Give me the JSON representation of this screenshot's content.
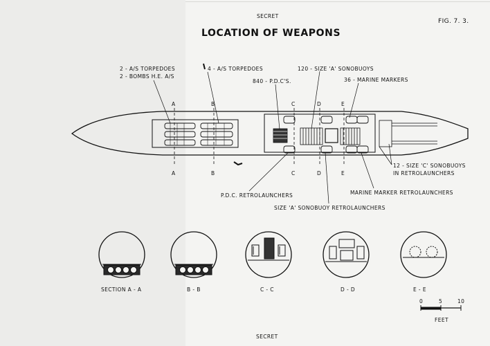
{
  "header": {
    "classification": "SECRET",
    "figure": "FIG. 7. 3."
  },
  "title": "LOCATION OF WEAPONS",
  "plan_labels": {
    "torpedoes_bombs_1": "2 - A/S TORPEDOES",
    "torpedoes_bombs_2": "2 - BOMBS H.E. A/S",
    "torpedoes_4": "4 - A/S TORPEDOES",
    "sonobuoys_a": "120 - SIZE 'A' SONOBUOYS",
    "pdcs": "840 - P.D.C'S.",
    "marine_markers": "36 - MARINE MARKERS",
    "sonobuoys_c_1": "12 - SIZE 'C' SONOBUOYS",
    "sonobuoys_c_2": "IN RETROLAUNCHERS",
    "pdc_retro": "P.D.C. RETROLAUNCHERS",
    "marker_retro": "MARINE MARKER RETROLAUNCHERS",
    "sonobuoy_a_retro": "SIZE 'A' SONOBUOY RETROLAUNCHERS"
  },
  "section_marks": {
    "a": "A",
    "b": "B",
    "c": "C",
    "d": "D",
    "e": "E"
  },
  "section_captions": {
    "aa": "SECTION  A - A",
    "bb": "B - B",
    "cc": "C - C",
    "dd": "D - D",
    "ee": "E - E"
  },
  "scale": {
    "tick_0": "0",
    "tick_5": "5",
    "tick_10": "10",
    "unit": "FEET"
  },
  "footer": {
    "classification": "SECRET"
  }
}
